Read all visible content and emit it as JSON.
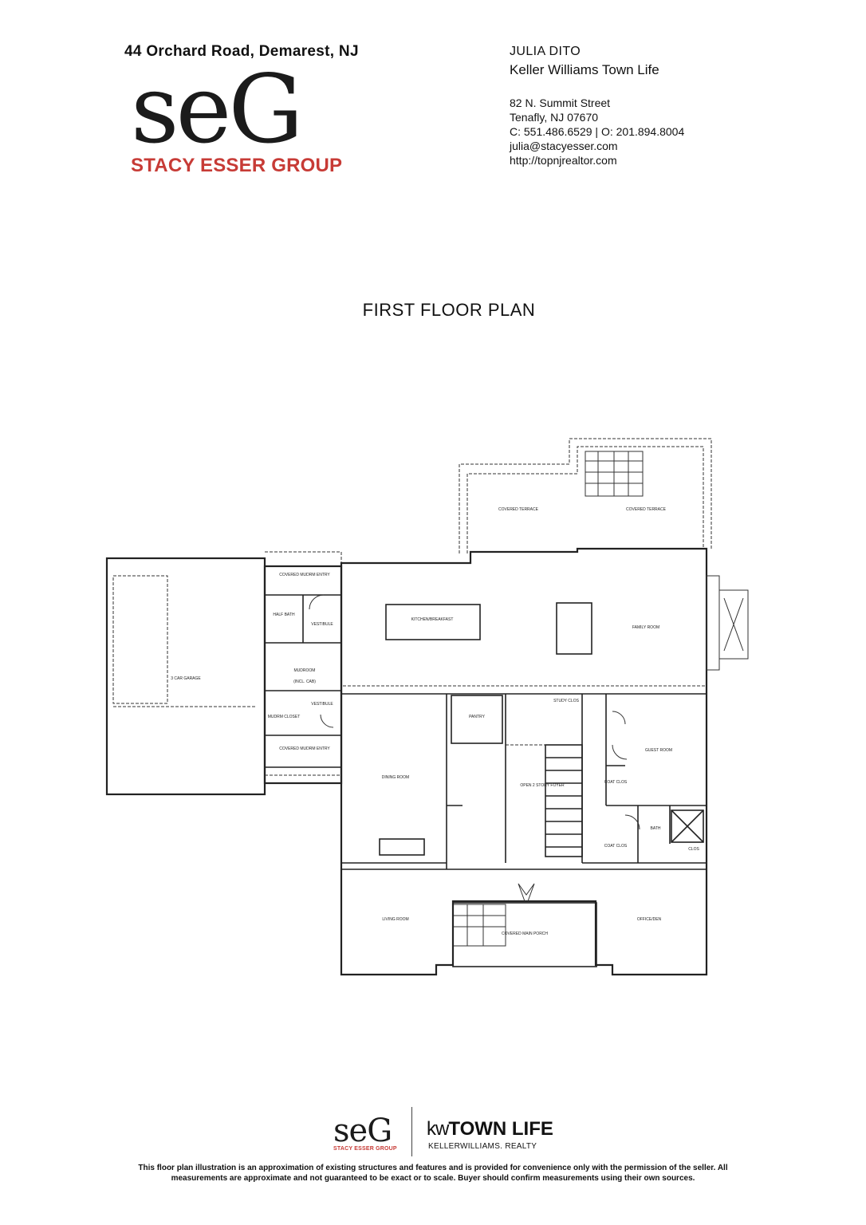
{
  "header": {
    "address": "44 Orchard Road, Demarest, NJ",
    "logo_mark": "seG",
    "logo_sub": "STACY ESSER GROUP"
  },
  "agent": {
    "name": "JULIA DITO",
    "company": "Keller Williams Town Life",
    "street": "82 N. Summit Street",
    "city": "Tenafly, NJ 07670",
    "phones": "C: 551.486.6529 | O: 201.894.8004",
    "email": "julia@stacyesser.com",
    "website": "http://topnjrealtor.com"
  },
  "plan": {
    "title": "FIRST FLOOR PLAN",
    "rooms": {
      "garage": "3 CAR GARAGE",
      "covered_entry_top": "COVERED MUDRM ENTRY",
      "half_bath": "HALF BATH",
      "vestibule_top": "VESTIBULE",
      "mudroom": "MUDROOM",
      "mudroom_note": "(INCL. CAB)",
      "vestibule_bottom": "VESTIBULE",
      "mudroom_closet": "MUDRM CLOSET",
      "covered_entry_bottom": "COVERED MUDRM ENTRY",
      "kitchen": "KITCHEN/BREAKFAST",
      "family_room": "FAMILY ROOM",
      "terrace_left": "COVERED TERRACE",
      "terrace_right": "COVERED TERRACE",
      "pantry": "PANTRY",
      "stairs": "OPEN 2 STORY FOYER",
      "study_closet": "STUDY CLOS",
      "guest_room": "GUEST ROOM",
      "bath": "BATH",
      "coat_closet_1": "COAT CLOS",
      "coat_closet_2": "COAT CLOS",
      "closet": "CLOS",
      "dining_room": "DINING ROOM",
      "living_room": "LIVING ROOM",
      "office": "OFFICE/DEN",
      "main_porch": "COVERED MAIN PORCH"
    }
  },
  "footer": {
    "seg_mark": "seG",
    "seg_sub": "STACY ESSER GROUP",
    "kw_mark": "kw",
    "kw_name": "TOWN LIFE",
    "kw_sub": "KELLERWILLIAMS. REALTY",
    "disclaimer_line1": "This floor plan illustration is an approximation of existing structures and features and is provided for convenience only with the permission of the seller. All",
    "disclaimer_line2": "measurements are approximate and not guaranteed to be exact or to scale. Buyer should confirm measurements using their own sources."
  }
}
